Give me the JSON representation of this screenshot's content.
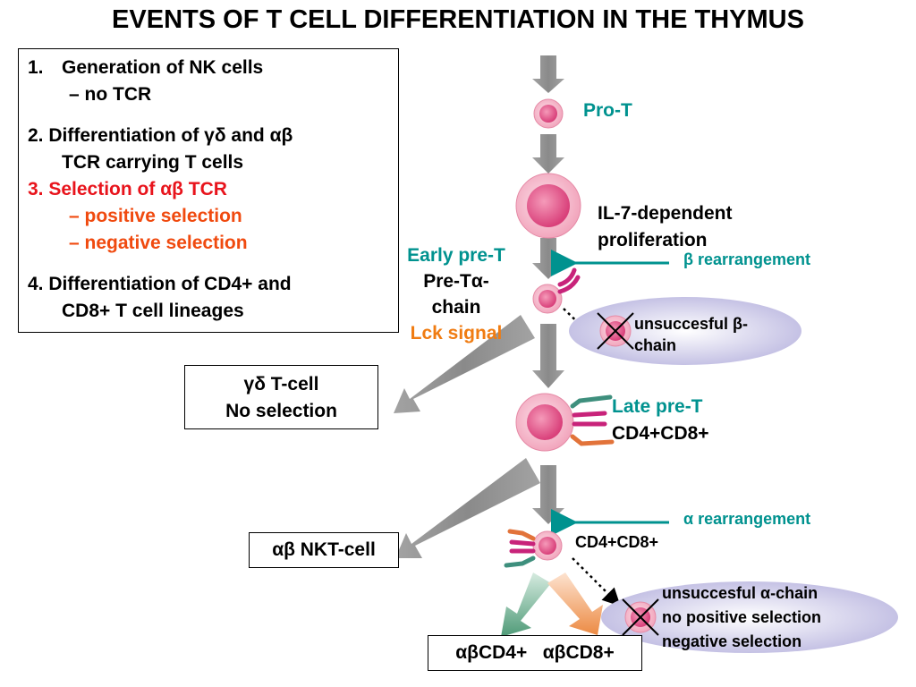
{
  "title": "EVENTS OF T CELL DIFFERENTIATION IN THE THYMUS",
  "events": {
    "item1_num": "1.",
    "item1_text": "Generation of NK cells",
    "item1_sub": "– no TCR",
    "item2_line1": "2. Differentiation of γδ and αβ",
    "item2_line2": "TCR carrying T cells",
    "item3_line1": "3. Selection of αβ TCR",
    "item3_sub1": "– positive selection",
    "item3_sub2": "– negative selection",
    "item4_line1": "4. Differentiation of CD4+ and",
    "item4_line2": "CD8+ T cell lineages"
  },
  "stages": {
    "pro_t": "Pro-T",
    "il7_line1": "IL-7-dependent",
    "il7_line2": "proliferation",
    "beta_rearrangement": "β rearrangement",
    "early_pre_t": "Early pre-T",
    "pre_t_alpha_line1": "Pre-Tα-",
    "pre_t_alpha_line2": "chain",
    "lck_signal": "Lck signal",
    "unsuccessful_beta_line1": "unsuccesful β-",
    "unsuccessful_beta_line2": "chain",
    "late_pre_t": "Late pre-T",
    "cd4cd8_late": "CD4+CD8+",
    "alpha_rearrangement": "α rearrangement",
    "cd4cd8": "CD4+CD8+",
    "unsuccessful_alpha_line1": "unsuccesful α-chain",
    "unsuccessful_alpha_line2": "no positive selection",
    "unsuccessful_alpha_line3": "negative selection"
  },
  "outcomes": {
    "gd_line1": "γδ T-cell",
    "gd_line2": "No selection",
    "nkt": "αβ NKT-cell",
    "cd4": "αβCD4+",
    "cd8": "αβCD8+"
  },
  "colors": {
    "cell_outer": "#f7b6c6",
    "cell_inner": "#e8588a",
    "arrow_gray": "#8c8c8c",
    "teal": "#00928f",
    "magenta_chain": "#c8237a",
    "orange_chain": "#e2733a",
    "green_chain": "#3e8f7d",
    "lavender": "#c9c6e6",
    "green_arrow": "#6aa88a",
    "orange_arrow": "#ee9a5c"
  }
}
